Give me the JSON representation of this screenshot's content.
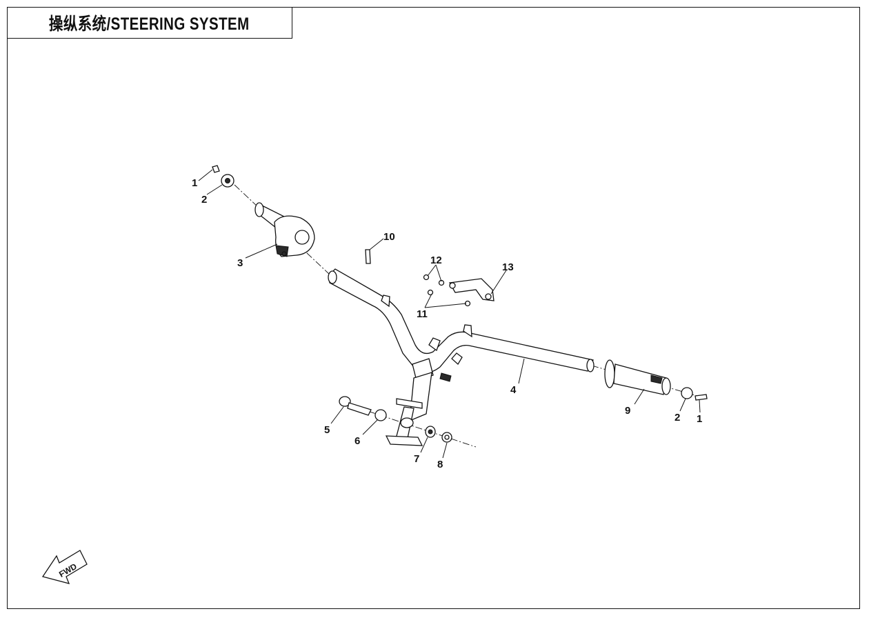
{
  "title": "操纵系统/STEERING SYSTEM",
  "callouts": {
    "c1_left": "1",
    "c2_left": "2",
    "c3": "3",
    "c4": "4",
    "c5": "5",
    "c6": "6",
    "c7": "7",
    "c8": "8",
    "c9": "9",
    "c10": "10",
    "c11": "11",
    "c12": "12",
    "c13": "13",
    "c2_right": "2",
    "c1_right": "1"
  },
  "fwd_label": "FWD"
}
